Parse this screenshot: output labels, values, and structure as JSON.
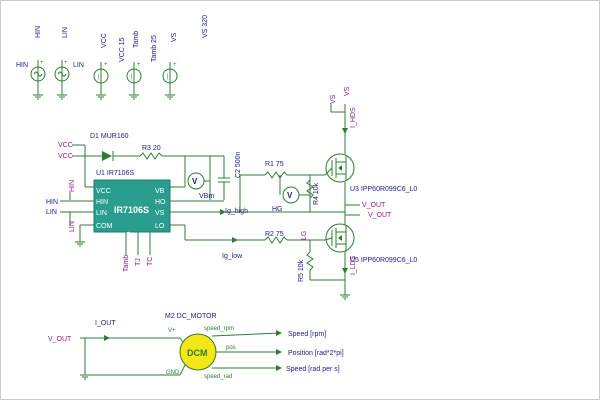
{
  "sources": [
    {
      "label": "HIN",
      "rot": "HIN"
    },
    {
      "label": "LIN",
      "rot": "LIN"
    },
    {
      "label": "VCC",
      "rot": "VCC 15"
    },
    {
      "label": "Tamb",
      "rot": "Tamb 25"
    },
    {
      "label": "VS",
      "rot": ""
    }
  ],
  "vs_top": "VS 320",
  "d1": "D1 MUR160",
  "r3": "R3 20",
  "r1": "R1 75",
  "r2": "R2 75",
  "c2": "C2 500n",
  "u1_name": "U1 IR7106S",
  "u1_part": "IR7106S",
  "u1_pins_left": [
    "VCC",
    "HIN",
    "LIN",
    "COM"
  ],
  "u1_pins_right": [
    "VB",
    "HO",
    "VS",
    "LO"
  ],
  "u1_pins_bottom": [
    "TAMB",
    "TJ",
    "TC"
  ],
  "vcc_labels": [
    "VCC",
    "VCC"
  ],
  "vbm": "VBm",
  "hg": "HG",
  "lg": "LG",
  "ig_high": "Ig_high",
  "ig_low": "Ig_low",
  "u3": "U3 IPP60R099C6_L0",
  "u5": "U5 IPP60R099C6_L0",
  "i_hds": "I_HDS",
  "i_lds": "I_LDS",
  "vs_label": "VS",
  "vs_side": "VS",
  "v_out_labels": [
    "V_OUT",
    "V_OUT"
  ],
  "r4": "R4 10k",
  "r5": "R5 10k",
  "hin_left": "HIN",
  "lin_left": "LIN",
  "hin_pin": "HIN",
  "lin_pin": "LIN",
  "tamb_bottom": "Tamb",
  "tj": "TJ",
  "tc": "TC",
  "motor_name": "M2 DC_MOTOR",
  "motor_body": "DCM",
  "motor_pins": {
    "vplus": "V+",
    "gnd": "GND",
    "speed_rpm": "speed_rpm",
    "pos": "pos",
    "speed_rad": "speed_rad"
  },
  "v_out_motor": "V_OUT",
  "i_out": "I_OUT",
  "outputs": [
    "Speed [rpm]",
    "Position [rad*2*pi]",
    "Speed [rad per s]"
  ],
  "colors": {
    "wire": "#2e7d32",
    "purple": "#8b1a8b",
    "blue": "#1a1a8b",
    "ic": "#2a9d8f",
    "motor": "#f5e617"
  }
}
